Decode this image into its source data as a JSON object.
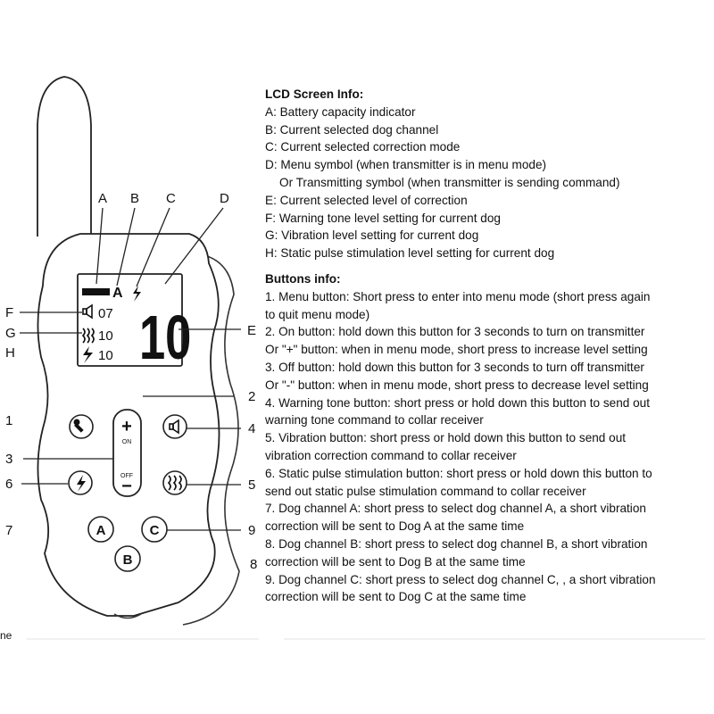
{
  "lcd": {
    "channel": "A",
    "big_number": "10",
    "warning_level": "07",
    "vibration_level": "10",
    "static_level": "10"
  },
  "callouts": {
    "A": "A",
    "B": "B",
    "C": "C",
    "D": "D",
    "E": "E",
    "F": "F",
    "G": "G",
    "H": "H",
    "n1": "1",
    "n2": "2",
    "n3": "3",
    "n4": "4",
    "n5": "5",
    "n6": "6",
    "n7": "7",
    "n8": "8",
    "n9": "9"
  },
  "remote_buttons": {
    "plus_symbol": "+",
    "on": "ON",
    "off": "OFF",
    "minus_symbol": "−",
    "channel_a": "A",
    "channel_b": "B",
    "channel_c": "C"
  },
  "cutoff_text": "ne",
  "info": {
    "lcd_heading": "LCD Screen Info:",
    "lcd_items": [
      "A: Battery capacity indicator",
      "B: Current selected dog channel",
      "C: Current selected correction mode",
      "D: Menu symbol (when transmitter is in menu mode)",
      "Or Transmitting symbol (when transmitter is sending command)",
      "E: Current selected level of correction",
      "F: Warning tone level setting for current dog",
      "G: Vibration level setting for current dog",
      "H: Static pulse stimulation level setting for current dog"
    ],
    "buttons_heading": "Buttons info:",
    "button_items": [
      "1. Menu button:  Short press to enter into menu mode (short  press again",
      "to quit menu mode)",
      "2. On button: hold down this button for 3 seconds to turn on transmitter",
      "Or \"+\" button: when in menu mode, short press to increase level setting",
      "3. Off button: hold down this button for 3 seconds to turn off transmitter",
      "Or \"-\" button: when in menu mode, short press to decrease level setting",
      "4. Warning tone button: short press or hold down this button to send out",
      "warning tone command to collar receiver",
      "5. Vibration button: short press or hold down this button to send out",
      "vibration correction command to collar receiver",
      "6. Static pulse stimulation button: short press or hold down this button to",
      "send out static pulse stimulation command to collar receiver",
      "7. Dog channel A: short press to select dog channel A, a short vibration",
      "correction will be sent to Dog A at the same time",
      "8. Dog channel B: short press to select dog channel B, a short vibration",
      "correction will be sent to Dog B at the same time",
      "9. Dog channel C: short press to select dog channel C, , a short vibration",
      "correction will be sent to Dog C at the same time"
    ]
  }
}
